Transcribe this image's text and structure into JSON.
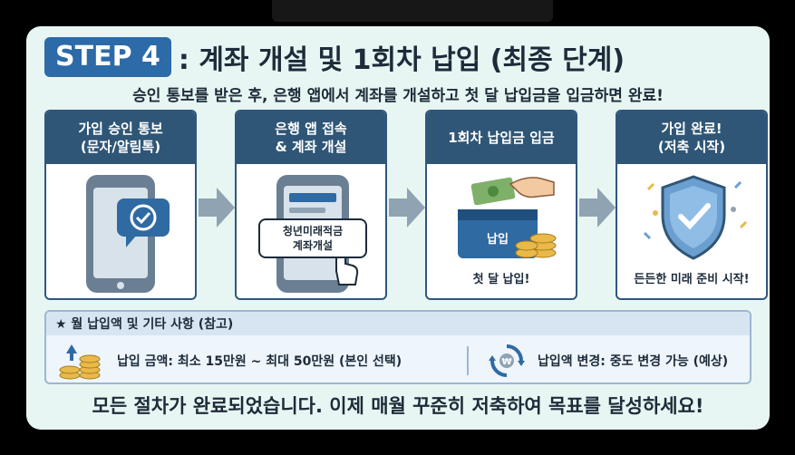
{
  "title": {
    "step_badge": "STEP 4",
    "text": ": 계좌 개설 및 1회차 납입 (최종 단계)"
  },
  "subtitle": "승인 통보를 받은 후, 은행 앱에서 계좌를 개설하고 첫 달 납입금을 입금하면 완료!",
  "steps": [
    {
      "header": "가입 승인 통보\n(문자/알림톡)"
    },
    {
      "header": "은행 앱 접속\n& 계좌 개설",
      "screen_label": "청년미래적금\n계좌개설"
    },
    {
      "header": "1회차 납입금 입금",
      "card_label": "납입",
      "caption": "첫 달 납입!"
    },
    {
      "header": "가입 완료!\n(저축 시작)",
      "caption": "든든한 미래 준비 시작!"
    }
  ],
  "info": {
    "heading": "★ 월 납입액 및 기타 사항 (참고)",
    "amount": "납입 금액: 최소 15만원 ~ 최대 50만원 (본인 선택)",
    "change": "납입액 변경: 중도 변경 가능 (예상)"
  },
  "footer": "모든 절차가 완료되었습니다. 이제 매월 꾸준히 저축하여 목표를 달성하세요!",
  "colors": {
    "card_bg": "#e8f6f3",
    "header_navy": "#2f5676",
    "badge_blue": "#2c6aa8",
    "arrow_gray": "#8fa3b3",
    "coin_gold": "#e9b949"
  }
}
